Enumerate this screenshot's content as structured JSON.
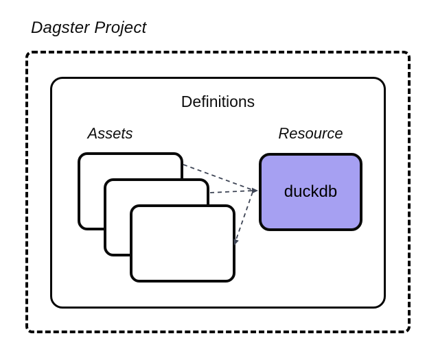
{
  "diagram": {
    "title": "Dagster Project",
    "definitions_label": "Definitions",
    "assets_label": "Assets",
    "resource_label": "Resource",
    "resource_node_label": "duckdb",
    "asset_card_count": 3,
    "colors": {
      "resource_fill": "#A6A0F2",
      "box_border": "#000000",
      "connector": "#3D4454",
      "background": "#FFFFFF",
      "text": "#0D0D0D"
    },
    "connections": [
      {
        "from": "asset-card-1",
        "to": "resource-node",
        "style": "dashed-arrow"
      },
      {
        "from": "asset-card-2",
        "to": "resource-node",
        "style": "dashed-arrow"
      },
      {
        "from": "resource-node",
        "to": "asset-card-3",
        "style": "dashed-arrow"
      }
    ]
  }
}
